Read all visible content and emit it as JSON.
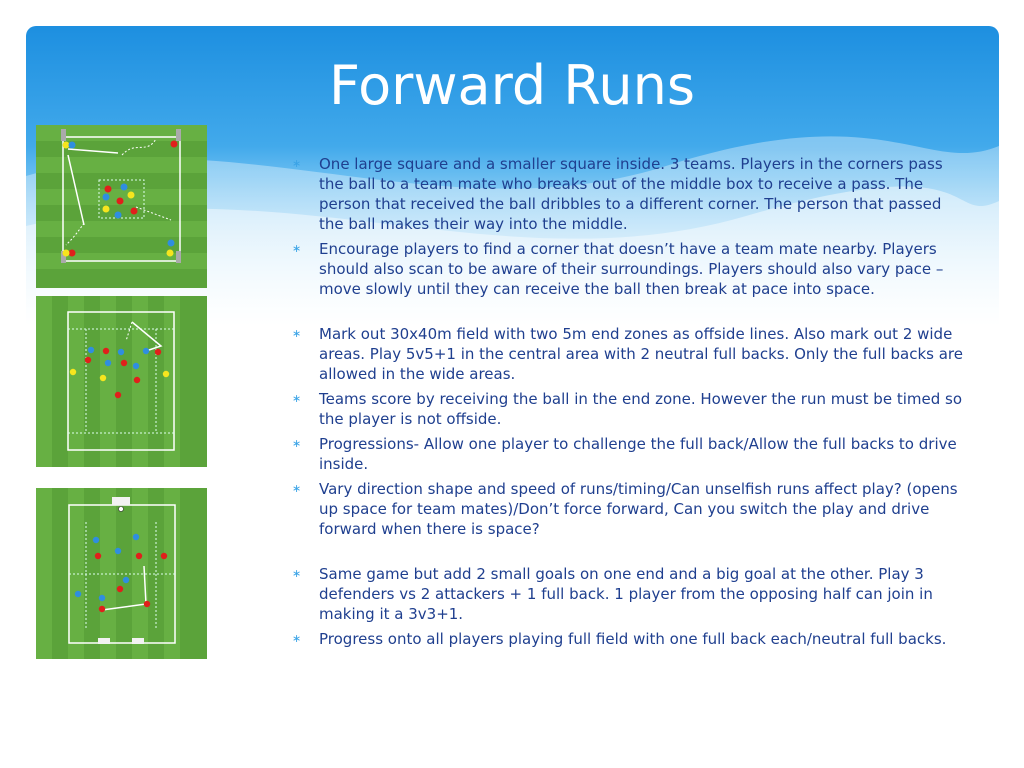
{
  "slide": {
    "title": "Forward Runs",
    "bullet_marker": "∗",
    "accent_color": "#1e8fe0",
    "text_color": "#1f3f8f",
    "bullets": [
      {
        "text": "One large square and a smaller square inside. 3 teams. Players in the corners pass the ball to a team mate who breaks out of the middle box to receive a pass. The person that received the ball dribbles to a different corner. The person that passed the ball makes their way into the middle."
      },
      {
        "text": "Encourage players to find a corner that doesn’t have a team mate nearby. Players should also scan to be aware of their surroundings. Players should also vary pace – move slowly until they can receive the ball then break at pace into space."
      },
      {
        "text": "Mark out 30x40m field with two 5m end zones as offside lines. Also mark out 2 wide areas. Play 5v5+1 in the central area with 2 neutral full backs. Only the full backs are allowed in the wide areas."
      },
      {
        "text": "Teams score by receiving the ball in the end zone. However the run must be timed so the player is not offside."
      },
      {
        "text": "Progressions- Allow one player to challenge the full back/Allow the full backs to drive inside."
      },
      {
        "text": "Vary direction shape and speed of runs/timing/Can unselfish runs affect play? (opens up space for team mates)/Don’t force forward, Can you switch the play and drive forward when there is space?"
      },
      {
        "text": "Same game but add 2 small goals on one end and a big goal at the other. Play 3 defenders vs 2 attackers + 1 full back. 1 player from the opposing half can join in making it a 3v3+1."
      },
      {
        "text": "Progress onto all players playing full field with one full back each/neutral full backs."
      }
    ]
  },
  "diagrams": [
    {
      "name": "square-in-square drill"
    },
    {
      "name": "end-zone field drill"
    },
    {
      "name": "goals drill"
    }
  ]
}
